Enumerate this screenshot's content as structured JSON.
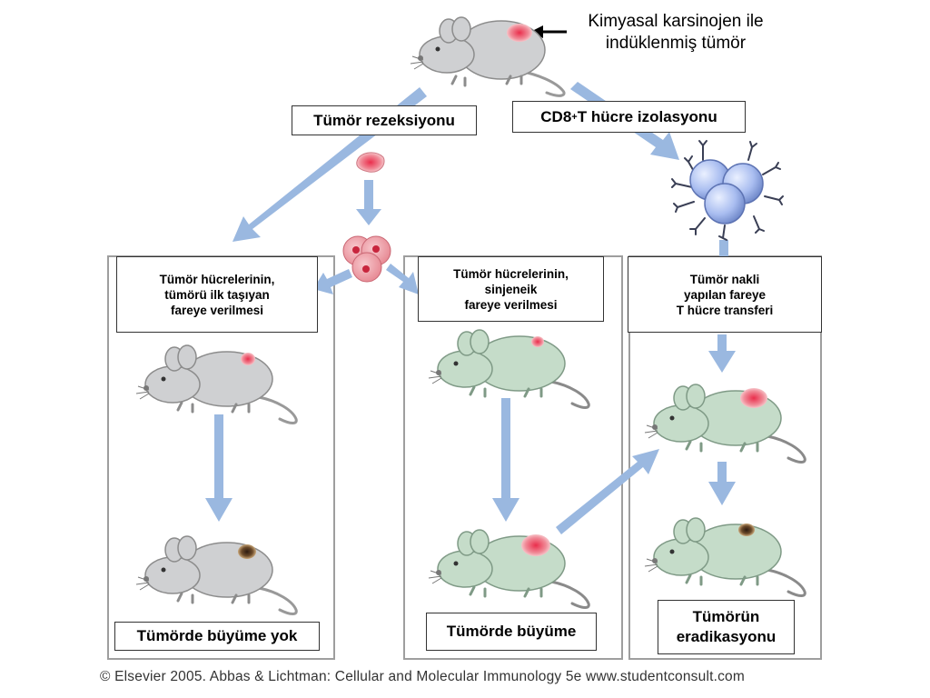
{
  "top_note": "Kimyasal karsinojen ile\nindüklenmiş tümör",
  "resection_label": "Tümör rezeksiyonu",
  "cd8_label": {
    "prefix": "CD8",
    "sup": "+",
    "suffix": " T hücre izolasyonu"
  },
  "panels": {
    "left": {
      "title": "Tümör hücrelerinin,\ntümörü ilk taşıyan\nfareye verilmesi",
      "result": "Tümörde büyüme yok"
    },
    "middle": {
      "title": "Tümör hücrelerinin,\nsinjeneik\nfareye verilmesi",
      "result": "Tümörde büyüme"
    },
    "right": {
      "title": "Tümör nakli\nyapılan fareye\nT hücre transferi",
      "result": "Tümörün\neradikasyonu"
    }
  },
  "credit": "© Elsevier 2005. Abbas & Lichtman: Cellular and Molecular Immunology 5e www.studentconsult.com",
  "colors": {
    "arrow": "#9ab8e0",
    "mouse_gray": "#cfd0d2",
    "mouse_green": "#c5dcc9",
    "tumor": "#e3475f",
    "tcell": "#a9bdf0"
  }
}
